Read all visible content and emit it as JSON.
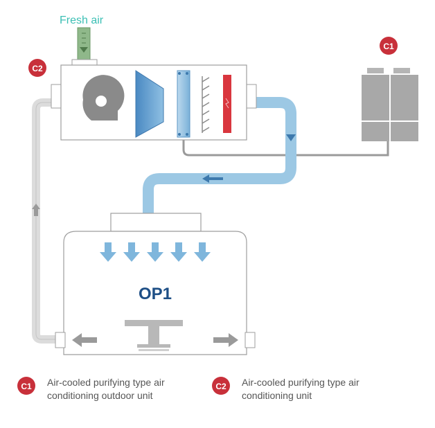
{
  "fresh_air_label": "Fresh air",
  "room_label": "OP1",
  "badges": {
    "c1": "C1",
    "c2": "C2"
  },
  "legend": {
    "c1": {
      "badge": "C1",
      "text_line1": "Air-cooled purifying type air",
      "text_line2": "conditioning outdoor unit"
    },
    "c2": {
      "badge": "C2",
      "text_line1": "Air-cooled purifying type air",
      "text_line2": "conditioning unit"
    }
  },
  "colors": {
    "fresh_air_text": "#3bbfb4",
    "badge_red": "#c8303a",
    "duct_blue": "#9cc8e4",
    "duct_blue_stroke": "#6aa6cf",
    "return_grey": "#dcdcdc",
    "unit_grey": "#a8a8a8",
    "fan_grey": "#8a8a8a",
    "heater_red": "#d9363e",
    "label_navy": "#1e4f86",
    "arrow_blue": "#7fb6dc",
    "fresh_air_green": "#7dab77"
  }
}
